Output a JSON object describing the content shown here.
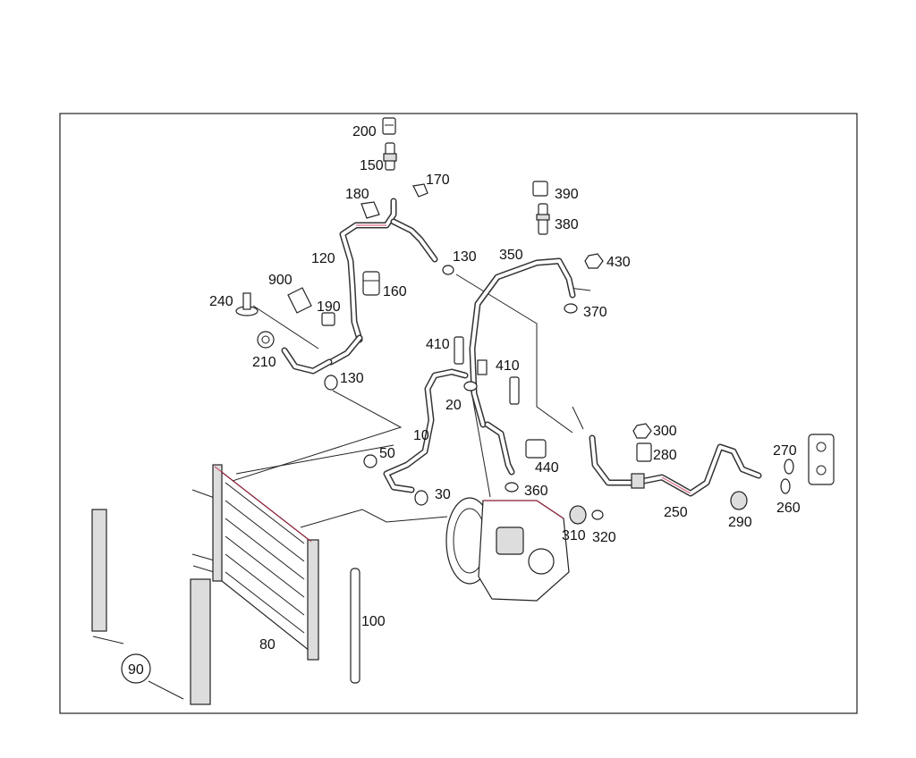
{
  "diagram": {
    "labels": {
      "l200": "200",
      "l150": "150",
      "l170": "170",
      "l180": "180",
      "l120": "120",
      "l130a": "130",
      "l900": "900",
      "l160": "160",
      "l190": "190",
      "l240": "240",
      "l210": "210",
      "l130b": "130",
      "l350": "350",
      "l390": "390",
      "l380": "380",
      "l430": "430",
      "l370": "370",
      "l410a": "410",
      "l410b": "410",
      "l20": "20",
      "l10": "10",
      "l50": "50",
      "l30": "30",
      "l440": "440",
      "l360": "360",
      "l300": "300",
      "l280": "280",
      "l310": "310",
      "l320": "320",
      "l250": "250",
      "l270": "270",
      "l260": "260",
      "l290": "290",
      "l100": "100",
      "l80": "80",
      "l90": "90"
    },
    "accent_color": "#c0183c"
  }
}
